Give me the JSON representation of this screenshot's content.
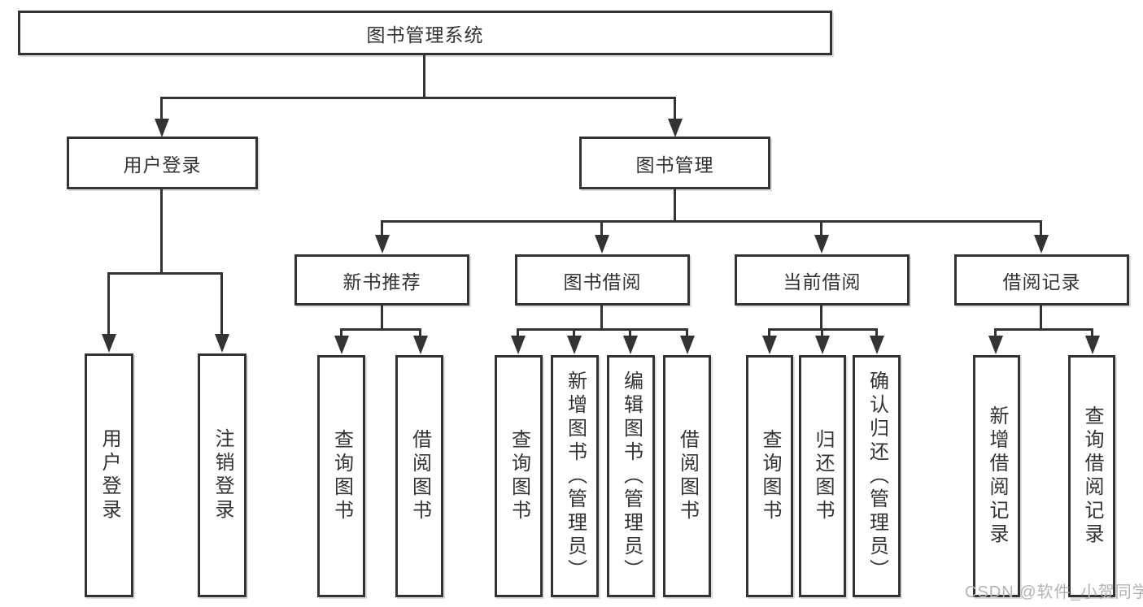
{
  "diagram": {
    "type": "hierarchy-tree",
    "title": "图书管理系统",
    "background_color": "#ffffff",
    "line_color": "#333333",
    "text_color": "#333333",
    "watermark": "CSDN @软件_小贺同学",
    "watermark_color": "#b3b3b3"
  },
  "nodes": {
    "root": {
      "label": "图书管理系统"
    },
    "login": {
      "label": "用户登录"
    },
    "mgmt": {
      "label": "图书管理"
    },
    "login_user": {
      "label": "用户登录"
    },
    "login_logout": {
      "label": "注销登录"
    },
    "rec": {
      "label": "新书推荐"
    },
    "borrow": {
      "label": "图书借阅"
    },
    "current": {
      "label": "当前借阅"
    },
    "records": {
      "label": "借阅记录"
    },
    "rec_query": {
      "label": "查询图书"
    },
    "rec_borrow": {
      "label": "借阅图书"
    },
    "borrow_query": {
      "label": "查询图书"
    },
    "borrow_add": {
      "label": "新增图书（管理员）"
    },
    "borrow_edit": {
      "label": "编辑图书（管理员）"
    },
    "borrow_borrow": {
      "label": "借阅图书"
    },
    "cur_query": {
      "label": "查询图书"
    },
    "cur_return": {
      "label": "归还图书"
    },
    "cur_confirm": {
      "label": "确认归还（管理员）"
    },
    "rcd_add": {
      "label": "新增借阅记录"
    },
    "rcd_query": {
      "label": "查询借阅记录"
    }
  },
  "hierarchy": {
    "图书管理系统": {
      "用户登录": [
        "用户登录",
        "注销登录"
      ],
      "图书管理": {
        "新书推荐": [
          "查询图书",
          "借阅图书"
        ],
        "图书借阅": [
          "查询图书",
          "新增图书（管理员）",
          "编辑图书（管理员）",
          "借阅图书"
        ],
        "当前借阅": [
          "查询图书",
          "归还图书",
          "确认归还（管理员）"
        ],
        "借阅记录": [
          "新增借阅记录",
          "查询借阅记录"
        ]
      }
    }
  }
}
